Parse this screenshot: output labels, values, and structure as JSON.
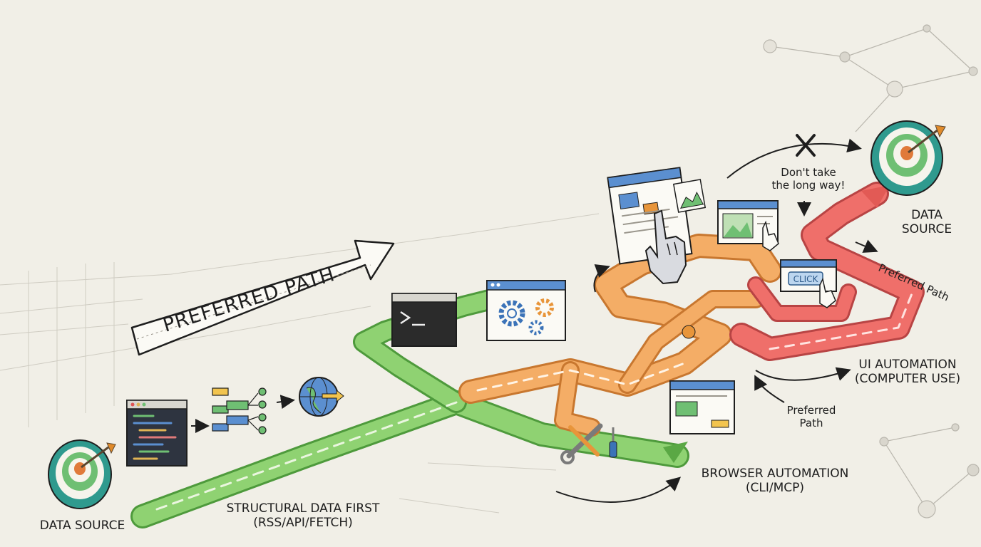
{
  "banner": {
    "text": "PREFERRED PATH"
  },
  "labels": {
    "source_left": "DATA SOURCE",
    "source_right_line1": "DATA",
    "source_right_line2": "SOURCE",
    "structural_line1": "STRUCTURAL DATA FIRST",
    "structural_line2": "(RSS/API/FETCH)",
    "browser_line1": "BROWSER AUTOMATION",
    "browser_line2": "(CLI/MCP)",
    "ui_line1": "UI AUTOMATION",
    "ui_line2": "(COMPUTER USE)",
    "preferred_lower_line1": "Preferred",
    "preferred_lower_line2": "Path",
    "preferred_upper": "Preferred Path",
    "long_way_line1": "Don't take",
    "long_way_line2": "the long way!",
    "click_button": "CLICK"
  },
  "colors": {
    "background": "#f1efe7",
    "structural_route": "#7cc763",
    "browser_route": "#f2a35a",
    "ui_route": "#e8605f",
    "ink": "#1e1e1e",
    "window_blue": "#5b8fd0",
    "target_teal": "#2f9a8e",
    "target_green": "#6fbf73"
  },
  "icons": [
    "target-left-icon",
    "target-right-icon",
    "code-window-icon",
    "flow-diagram-icon",
    "globe-icon",
    "terminal-icon",
    "gears-window-icon",
    "robot-hand-icon",
    "browser-window-icon",
    "image-window-icon",
    "click-button-icon",
    "wrench-icon",
    "screwdriver-icon",
    "cross-mark-icon",
    "network-icon"
  ]
}
